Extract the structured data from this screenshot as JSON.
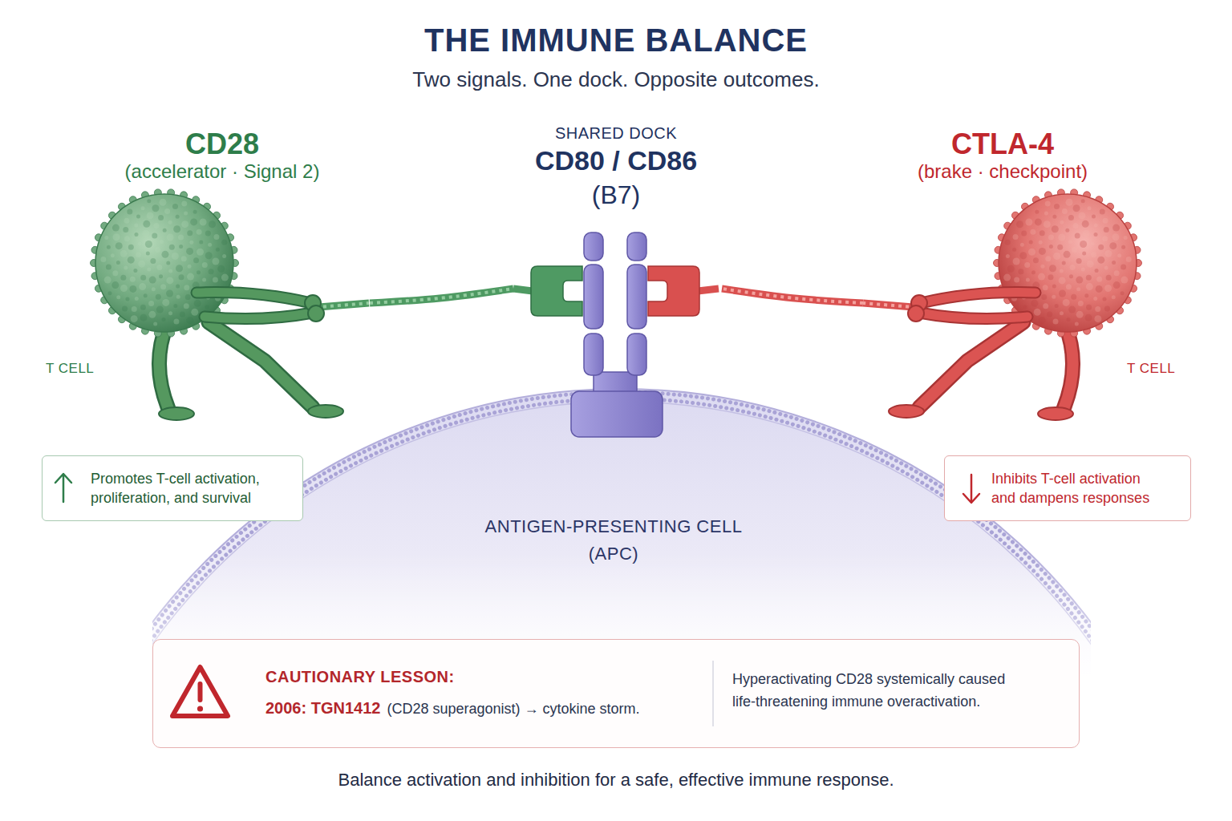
{
  "diagram": {
    "title": "THE IMMUNE BALANCE",
    "caption": "Balance activation and inhibition for a safe, effective immune response.",
    "nodes": [
      {
        "text": [
          "CD28",
          "(accelerator · Signal 2)",
          "T CELL"
        ]
      },
      {
        "text": [
          "SHARED DOCK",
          "CD80 / CD86",
          "(B7)"
        ]
      },
      {
        "text": [
          "CTLA-4",
          "(brake · checkpoint)",
          "T CELL"
        ]
      },
      {
        "text": [
          "Promotes T-cell activation, proliferation, and survival"
        ]
      },
      {
        "text": [
          "ANTIGEN-PRESENTING CELL (APC)"
        ]
      },
      {
        "text": [
          "Inhibits T-cell activation and dampens responses"
        ]
      },
      {
        "text": [
          "CAUTIONARY LESSON:",
          "2006: TGN1412",
          "(CD28 superagonist) → cytokine storm.",
          "Hyperactivating CD28 systemically caused life-threatening immune overactivation."
        ]
      }
    ],
    "edges": [
      {
        "from": 0,
        "to": 1,
        "arrow": "none"
      },
      {
        "from": 2,
        "to": 1,
        "arrow": "none"
      }
    ],
    "labels": [
      "Two signals. One dock. Opposite outcomes."
    ]
  }
}
